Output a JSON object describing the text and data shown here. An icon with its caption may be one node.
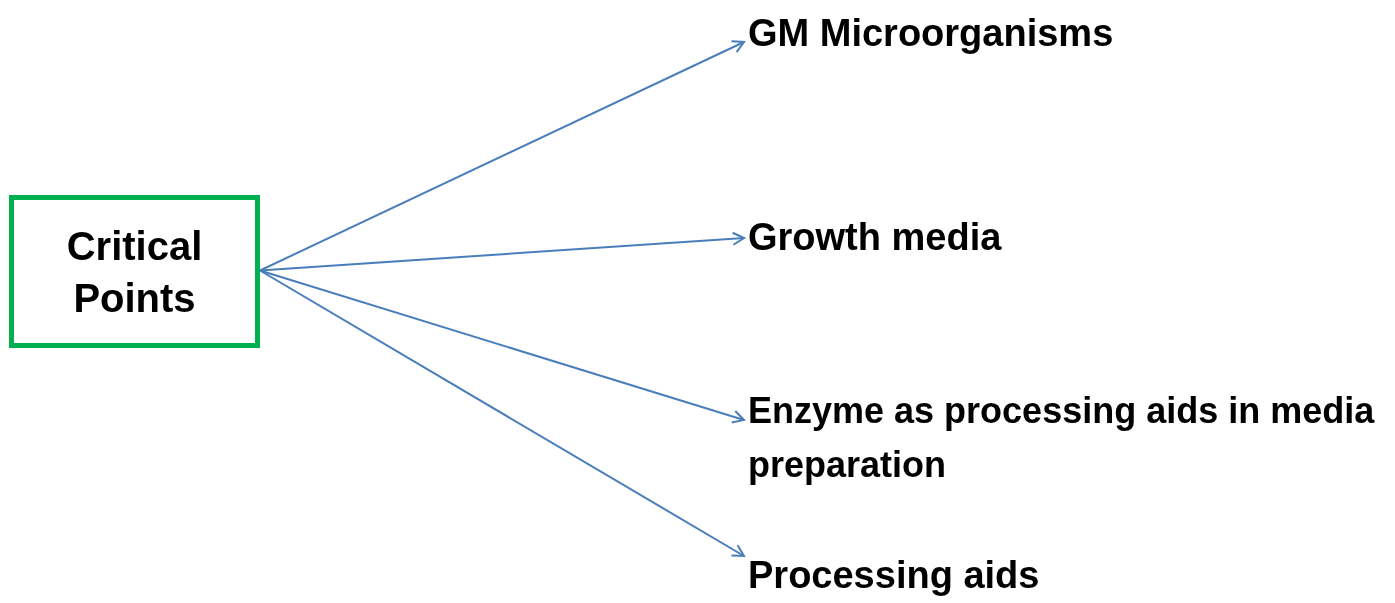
{
  "diagram": {
    "nodes": [
      {
        "text": [
          "Critical Points"
        ]
      },
      {
        "text": [
          "GM Microorganisms"
        ]
      },
      {
        "text": [
          "Growth media"
        ]
      },
      {
        "text": [
          "Enzyme as processing aids in media preparation"
        ]
      },
      {
        "text": [
          "Processing aids"
        ]
      }
    ],
    "edges": [
      {
        "from": 0,
        "to": 1,
        "arrow": "to"
      },
      {
        "from": 0,
        "to": 2,
        "arrow": "to"
      },
      {
        "from": 0,
        "to": 3,
        "arrow": "to"
      },
      {
        "from": 0,
        "to": 4,
        "arrow": "to"
      }
    ]
  }
}
